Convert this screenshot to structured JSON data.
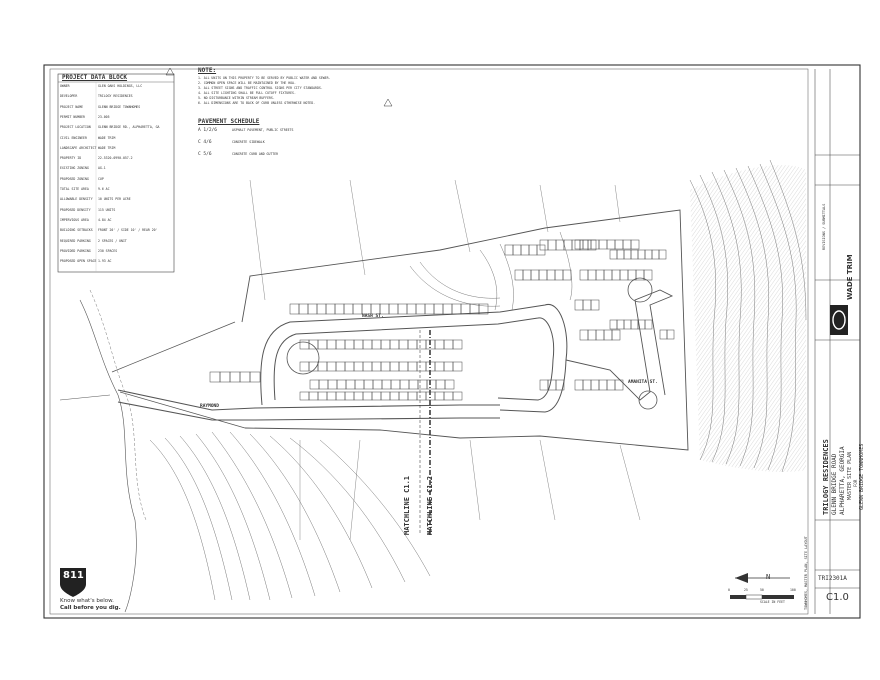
{
  "project_data_block": {
    "title": "PROJECT DATA BLOCK",
    "rows": [
      {
        "label": "OWNER",
        "value": "GLEN OAKS HOLDINGS, LLC"
      },
      {
        "label": "DEVELOPER",
        "value": "TRILOGY RESIDENCES"
      },
      {
        "label": "PROJECT NAME",
        "value": "GLENN BRIDGE TOWNHOMES"
      },
      {
        "label": "PERMIT NUMBER",
        "value": "23-005"
      },
      {
        "label": "PROJECT LOCATION",
        "value": "GLENN BRIDGE RD., ALPHARETTA, GA"
      },
      {
        "label": "CIVIL ENGINEER",
        "value": "WADE TRIM"
      },
      {
        "label": "LANDSCAPE ARCHITECT",
        "value": "WADE TRIM"
      },
      {
        "label": "PROPERTY ID",
        "value": "22-5320-0990-057-2"
      },
      {
        "label": "EXISTING ZONING",
        "value": "AG-1"
      },
      {
        "label": "PROPOSED ZONING",
        "value": "CUP"
      },
      {
        "label": "TOTAL SITE AREA",
        "value": "9.6 AC"
      },
      {
        "label": "ALLOWABLE DENSITY",
        "value": "10 UNITS PER ACRE"
      },
      {
        "label": "PROPOSED DENSITY",
        "value": "115 UNITS"
      },
      {
        "label": "IMPERVIOUS AREA",
        "value": "4.84 AC"
      },
      {
        "label": "BUILDING SETBACKS",
        "value": "FRONT 20' / SIDE 10' / REAR 20'"
      },
      {
        "label": "REQUIRED PARKING",
        "value": "2 SPACES / UNIT"
      },
      {
        "label": "PROVIDED PARKING",
        "value": "230 SPACES"
      },
      {
        "label": "PROPOSED OPEN SPACE",
        "value": "1.93 AC"
      }
    ]
  },
  "notes": {
    "title": "NOTE:",
    "items": [
      "1. ALL UNITS ON THIS PROPERTY TO BE SERVED BY PUBLIC WATER AND SEWER.",
      "2. COMMON OPEN SPACE WILL BE MAINTAINED BY THE HOA.",
      "3. ALL STREET SIGNS AND TRAFFIC CONTROL SIGNS PER CITY STANDARDS.",
      "4. ALL SITE LIGHTING SHALL BE FULL CUTOFF FIXTURES.",
      "5. NO DISTURBANCE WITHIN STREAM BUFFERS.",
      "6. ALL DIMENSIONS ARE TO BACK OF CURB UNLESS OTHERWISE NOTED."
    ]
  },
  "pavement_schedule": {
    "title": "PAVEMENT SCHEDULE",
    "items": [
      {
        "code": "A 1/2/6",
        "desc": "ASPHALT PAVEMENT, PUBLIC STREETS"
      },
      {
        "code": "C 4/6",
        "desc": "CONCRETE SIDEWALK"
      },
      {
        "code": "C 5/6",
        "desc": "CONCRETE CURB AND GUTTER"
      }
    ]
  },
  "plan": {
    "streets": [
      {
        "name": "NASH ST."
      },
      {
        "name": "RAYMOND"
      },
      {
        "name": "AMANITA ST."
      }
    ],
    "matchlines": [
      "MATCHLINE C1.1",
      "MATCHLINE C1.2"
    ],
    "north_label": "N",
    "scale_label": "SCALE IN FEET",
    "scale_ticks": [
      "0",
      "25",
      "50",
      "100"
    ]
  },
  "callout_811": {
    "number": "811",
    "line1": "Know what's below.",
    "line2": "Call before you dig."
  },
  "title_block": {
    "firm": "WADE TRIM",
    "client": "TRILOGY RESIDENCES",
    "location_lines": [
      "GLENN BRIDGE ROAD",
      "ALPHARETTA, GEORGIA"
    ],
    "sheet_title": "MASTER SITE PLAN",
    "for_line": "FOR",
    "project": "GLENN BRIDGE TOWNHOMES",
    "job_number": "TRI2301A",
    "sheet_number": "C1.0",
    "revision_header": "REVISIONS / SUBMITTALS",
    "footer": "TOWNHOMES, MASTER PLAN, SITE LAYOUT"
  },
  "colors": {
    "ink": "#333333",
    "paper": "#ffffff"
  }
}
